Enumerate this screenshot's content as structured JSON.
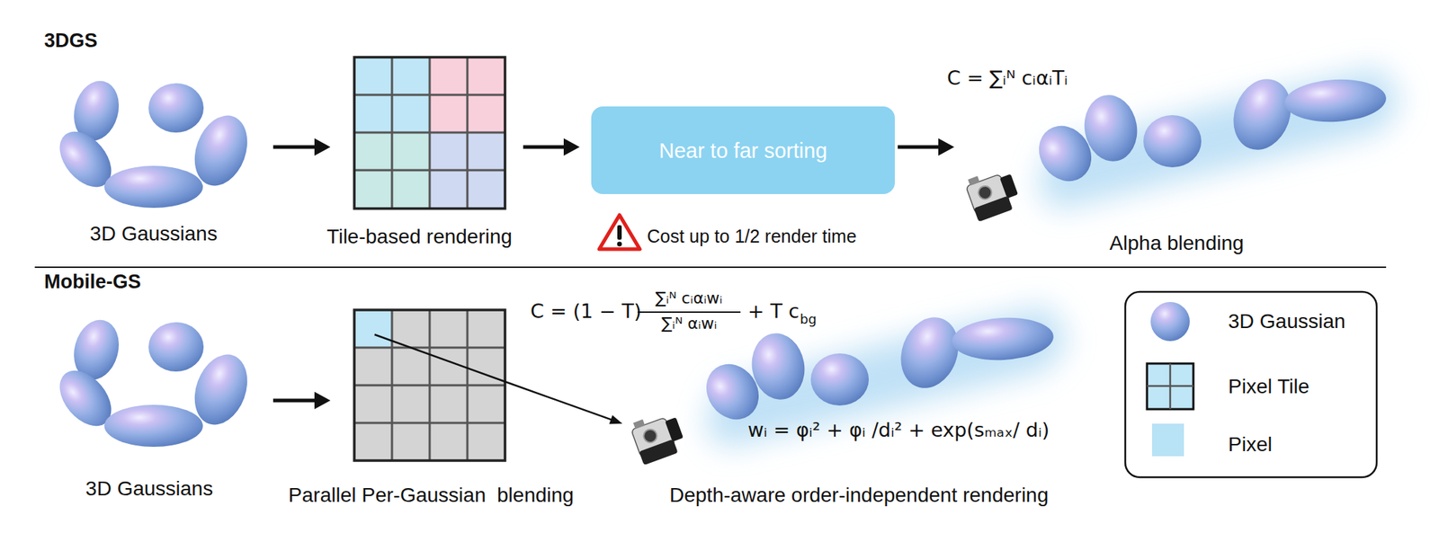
{
  "diagram": {
    "nodes": [
      {
        "text": [
          "3D Gaussians"
        ]
      },
      {
        "text": [
          "Tile-based rendering"
        ]
      },
      {
        "text": [
          "Near to far sorting"
        ]
      },
      {
        "text": [
          "Alpha blending"
        ]
      },
      {
        "text": [
          "3D Gaussians"
        ]
      },
      {
        "text": [
          "Parallel Per-Gaussian  blending"
        ]
      },
      {
        "text": [
          "Depth-aware order-independent rendering"
        ]
      }
    ],
    "edges": [
      {
        "from": 0,
        "to": 1,
        "arrow": "to"
      },
      {
        "from": 1,
        "to": 2,
        "arrow": "to"
      },
      {
        "from": 2,
        "to": 3,
        "arrow": "to"
      },
      {
        "from": 4,
        "to": 5,
        "arrow": "to"
      },
      {
        "from": 5,
        "to": 6,
        "arrow": "to"
      }
    ],
    "labels": [
      "3DGS",
      "Cost up to 1/2 render time",
      "C = ∑ᵢᴺ cᵢαᵢTᵢ",
      "Mobile-GS",
      "C = (1 − T)",
      "∑ᵢᴺ cᵢαᵢwᵢ",
      "∑ᵢᴺ αᵢwᵢ",
      "+ T c",
      "bg",
      "wᵢ = φᵢ² + φᵢ /dᵢ² + exp(sₘₐₓ/ dᵢ)"
    ],
    "legend": [
      {
        "text": "3D Gaussian"
      },
      {
        "text": "Pixel Tile"
      },
      {
        "text": "Pixel",
        "color": "#b8e2f6"
      }
    ]
  }
}
